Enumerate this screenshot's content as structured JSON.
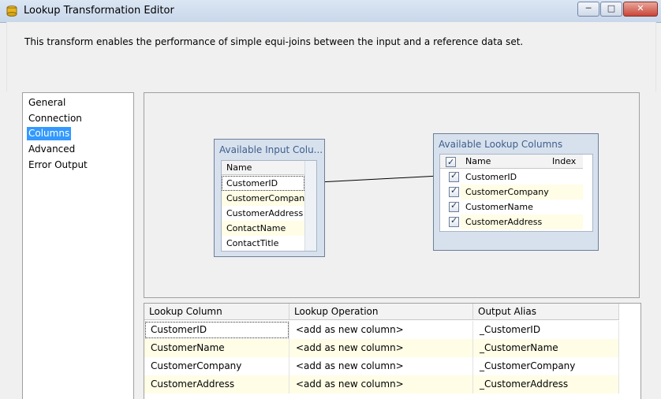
{
  "window": {
    "title": "Lookup Transformation Editor",
    "minimize": "─",
    "maximize": "□",
    "close": "✕"
  },
  "header": {
    "description": "This transform enables the performance of simple equi-joins between the input and a reference data set."
  },
  "nav": {
    "items": [
      "General",
      "Connection",
      "Columns",
      "Advanced",
      "Error Output"
    ],
    "selected": "Columns"
  },
  "input_table": {
    "caption": "Available Input Colu...",
    "header": "Name",
    "rows": [
      "CustomerID",
      "CustomerCompany",
      "CustomerAddress",
      "ContactName",
      "ContactTitle"
    ]
  },
  "lookup_table": {
    "caption": "Available Lookup Columns",
    "headers": [
      "Name",
      "Index"
    ],
    "rows": [
      "CustomerID",
      "CustomerCompany",
      "CustomerName",
      "CustomerAddress"
    ]
  },
  "grid": {
    "headers": [
      "Lookup Column",
      "Lookup Operation",
      "Output Alias"
    ],
    "rows": [
      [
        "CustomerID",
        "<add as new column>",
        "_CustomerID"
      ],
      [
        "CustomerName",
        "<add as new column>",
        "_CustomerName"
      ],
      [
        "CustomerCompany",
        "<add as new column>",
        "_CustomerCompany"
      ],
      [
        "CustomerAddress",
        "<add as new column>",
        "_CustomerAddress"
      ]
    ]
  },
  "colors": {
    "selection": "#3399ff",
    "alt_row": "#fffde6",
    "table_box": "#d7e1ee"
  }
}
